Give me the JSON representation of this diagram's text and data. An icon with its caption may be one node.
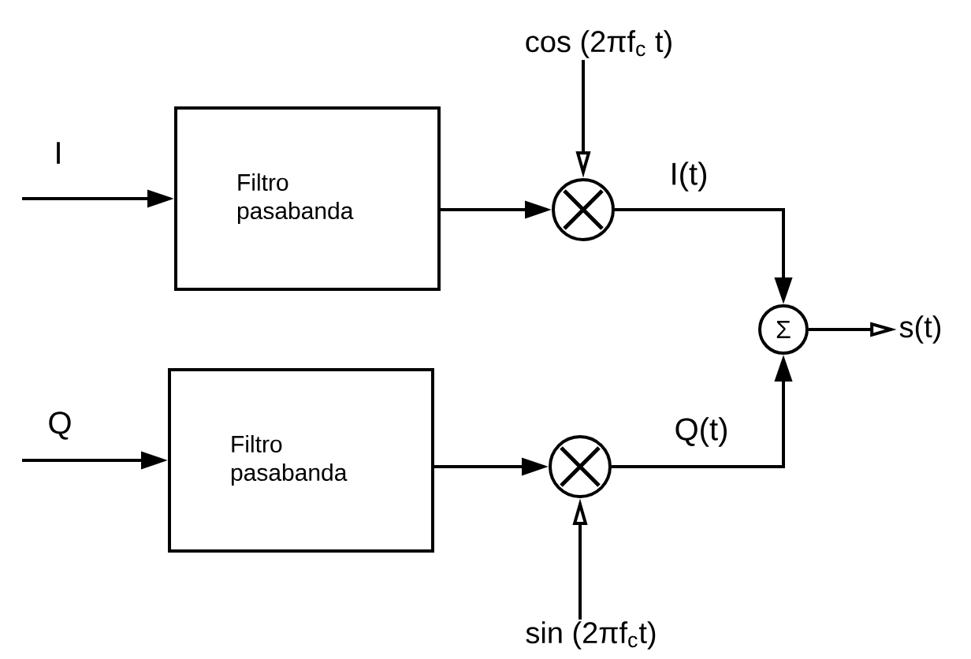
{
  "diagram": {
    "nodes": [
      {
        "text": [
          "Filtro pasabanda"
        ]
      },
      {
        "text": [
          "Filtro pasabanda"
        ]
      },
      {
        "text": [],
        "shape": "circle"
      },
      {
        "text": [],
        "shape": "circle"
      },
      {
        "text": [
          "Σ"
        ]
      },
      {
        "text": [
          "cos (2πf$_{c}$ t)"
        ]
      },
      {
        "text": [
          "sin (2πf$_{c}$t)"
        ]
      },
      {
        "text": [
          "s(t)"
        ]
      }
    ],
    "edges": [
      {
        "from": null,
        "to": 0,
        "arrow": "to",
        "label": "I"
      },
      {
        "from": null,
        "to": 1,
        "arrow": "to",
        "label": "Q"
      },
      {
        "from": 0,
        "to": 2,
        "arrow": "to"
      },
      {
        "from": 1,
        "to": 3,
        "arrow": "to"
      },
      {
        "from": 5,
        "to": 2,
        "arrow": "to"
      },
      {
        "from": 6,
        "to": 3,
        "arrow": "to"
      },
      {
        "from": 2,
        "to": 4,
        "arrow": "to",
        "label": "I(t)"
      },
      {
        "from": 3,
        "to": 4,
        "arrow": "to",
        "label": "Q(t)"
      },
      {
        "from": 4,
        "to": 7,
        "arrow": "to"
      }
    ]
  }
}
